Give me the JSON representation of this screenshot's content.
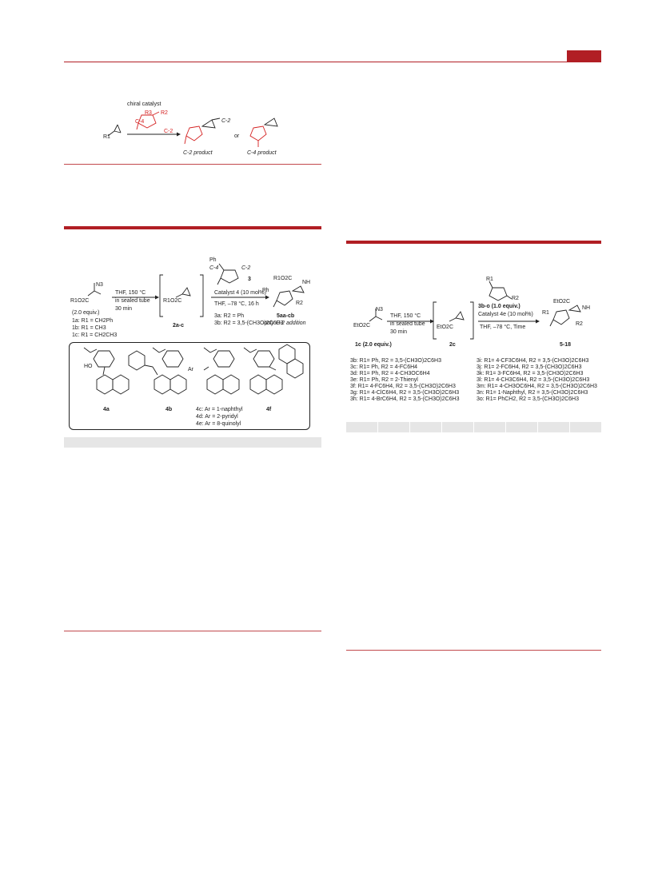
{
  "header": {
    "accent": "#b11e24"
  },
  "scheme1": {
    "catalyst_label": "chiral catalyst",
    "c4": "C-4",
    "c2": "C-2",
    "c2b": "C-2",
    "r1": "R1",
    "r2": "R2",
    "r3": "R3",
    "or": "or",
    "c2_product": "C-2 product",
    "c4_product": "C-4 product"
  },
  "scheme2": {
    "n3": "N3",
    "reagent": "R1O2C",
    "equiv": "(2.0 equiv.)",
    "cond1": "THF, 150 °C",
    "cond2": "in sealed tube",
    "cond3": "30 min",
    "sub1a": "1a: R1 = CH2Ph",
    "sub1b": "1b: R1 = CH3",
    "sub1c": "1c: R1 = CH2CH3",
    "inter": "R1O2C",
    "inter_label": "2a-c",
    "oxaz_ph": "Ph",
    "oxaz_c4": "C-4",
    "oxaz_c2": "C-2",
    "oxaz_3": "3",
    "cat_cond1": "Catalyst 4 (10 mol%)",
    "cat_cond2": "THF, –78 °C, 16 h",
    "c3a": "3a: R2 = Ph",
    "c3b": "3b: R2 = 3,5-(CH3O)2C6H3",
    "prod_ester": "R1O2C",
    "prod_nh": "NH",
    "prod_ph": "Ph",
    "prod_r2": "R2",
    "prod_label": "5aa-cb",
    "prod_note": "only C-2 addition"
  },
  "catalysts": {
    "c4a": "4a",
    "c4b": "4b",
    "c4f": "4f",
    "ho": "HO",
    "ar": "Ar",
    "c4c": "4c: Ar = 1-naphthyl",
    "c4d": "4d: Ar = 2-pyridyl",
    "c4e": "4e: Ar = 8-quinolyl"
  },
  "scheme3": {
    "n3": "N3",
    "reagent": "EtO2C",
    "equiv": "1c (2.0 equiv.)",
    "cond1": "THF, 150 °C",
    "cond2": "in sealed tube",
    "cond3": "30 min",
    "inter": "EtO2C",
    "inter_label": "2c",
    "oxaz_label": "3b-o (1.0 equiv.)",
    "cat_cond1": "Catalyst 4e (10 mol%)",
    "cat_cond2": "THF, –78 °C, Time",
    "prod_label": "5-18",
    "prod_ester": "EtO2C",
    "prod_nh": "NH",
    "r1": "R1",
    "r2": "R2",
    "sub_left": [
      "3b: R1= Ph, R2 = 3,5-(CH3O)2C6H3",
      "3c: R1= Ph, R2 = 4-FC6H4",
      "3d: R1= Ph, R2 = 4-CH3OC6H4",
      "3e: R1= Ph, R2 = 2-Thienyl",
      "3f:  R1= 4-FC6H4, R2 = 3,5-(CH3O)2C6H3",
      "3g: R1= 4-ClC6H4, R2 = 3,5-(CH3O)2C6H3",
      "3h: R1= 4-BrC6H4, R2 = 3,5-(CH3O)2C6H3"
    ],
    "sub_right": [
      "3i:  R1= 4-CF3C6H4, R2 = 3,5-(CH3O)2C6H3",
      "3j:  R1= 2-FC6H4, R2 = 3,5-(CH3O)2C6H3",
      "3k:  R1= 3-FC6H4, R2 = 3,5-(CH3O)2C6H3",
      "3l:   R1= 4-CH3C6H4, R2 = 3,5-(CH3O)2C6H3",
      "3m: R1= 4-CH3OC6H4, R2 = 3,5-(CH3O)2C6H3",
      "3n:  R1= 1-Naphthyl, R2 = 3,5-(CH3O)2C6H3",
      "3o:  R1= PhCH2, R2 = 3,5-(CH3O)2C6H3"
    ]
  }
}
